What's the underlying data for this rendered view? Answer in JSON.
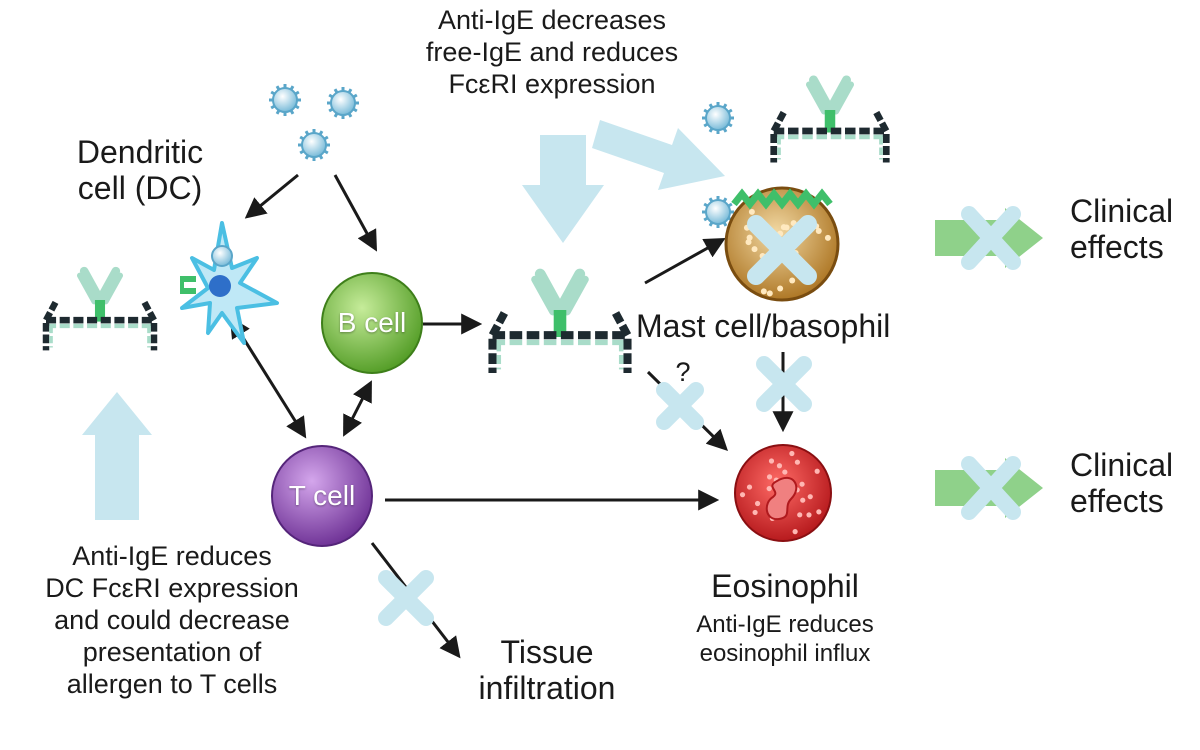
{
  "colors": {
    "arrow": "#1a1a1a",
    "block": "#c7e6ef",
    "bcell": "#7cc444",
    "tcell": "#8a47b0",
    "mast": "#c48a2c",
    "eos": "#d8262c",
    "ige_heavy": "#1e2a30",
    "ige_light": "#a9dcc9",
    "ige_fc": "#3fbf6a",
    "dc": "#4bbfe3",
    "allergen": "#7ec3df",
    "effect_arrow": "#8fd18a"
  },
  "labels": {
    "anti_ige_top": [
      "Anti-IgE decreases",
      "free-IgE and reduces",
      "FcεRI expression"
    ],
    "dendritic": [
      "Dendritic",
      "cell (DC)"
    ],
    "b_cell": "B cell",
    "t_cell": "T cell",
    "mast": "Mast cell/basophil",
    "question": "?",
    "clinical_1": [
      "Clinical",
      "effects"
    ],
    "clinical_2": [
      "Clinical",
      "effects"
    ],
    "eosinophil": "Eosinophil",
    "eos_note": [
      "Anti-IgE reduces",
      "eosinophil influx"
    ],
    "tissue": [
      "Tissue",
      "infiltration"
    ],
    "dc_note": [
      "Anti-IgE reduces",
      "DC FcεRI expression",
      "and could decrease",
      "presentation of",
      "allergen to T cells"
    ]
  }
}
